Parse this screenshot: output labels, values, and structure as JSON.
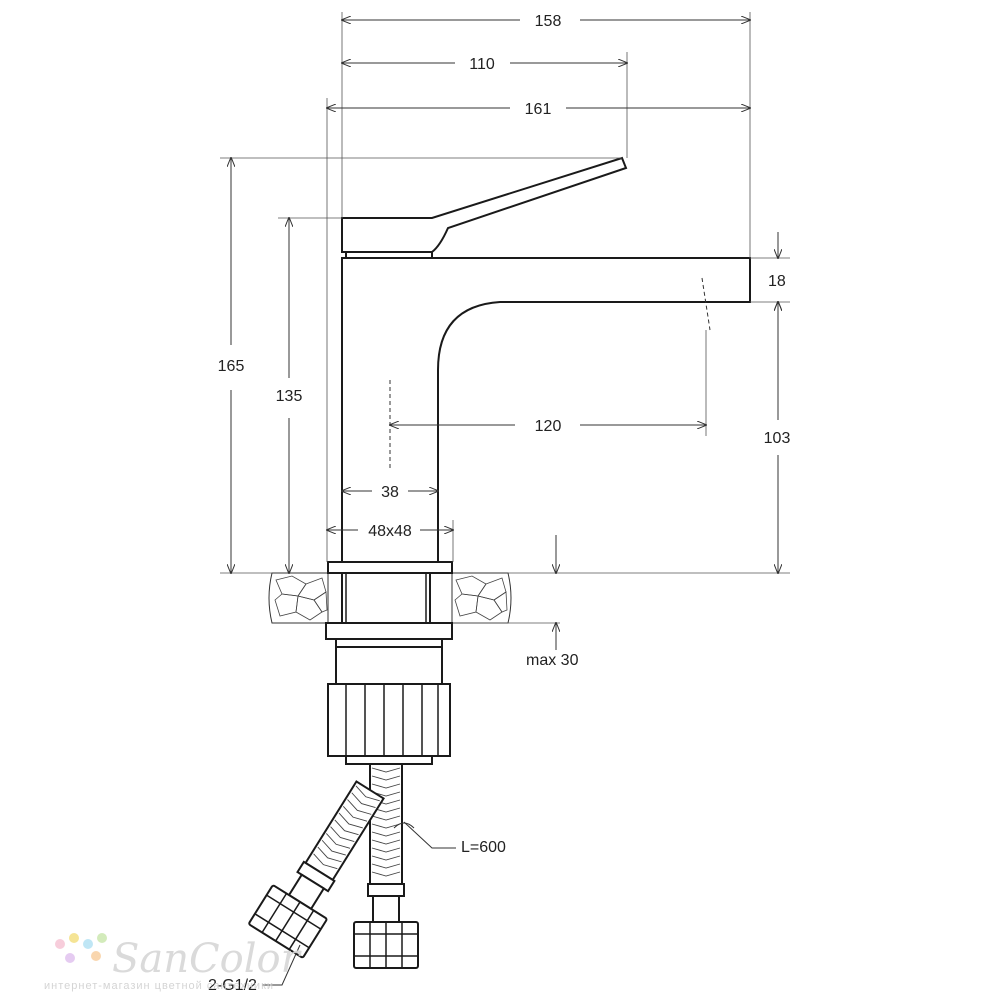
{
  "dimensions": {
    "total_reach": "158",
    "lever_reach": "110",
    "depth": "161",
    "total_height": "165",
    "body_height": "135",
    "spout_reach": "120",
    "body_width": "38",
    "base_size": "48x48",
    "spout_thickness": "18",
    "spout_height": "103",
    "max_thickness": "max 30",
    "hose_length": "L=600",
    "connection": "2-G1/2"
  },
  "watermark": {
    "brand": "SanColor",
    "tagline": "интернет-магазин цветной сантехники"
  },
  "colors": {
    "line": "#1a1a1a",
    "watermark": "#d6d6d6",
    "dots": [
      "#f7c8d8",
      "#f5e28a",
      "#b9e4f5",
      "#cfe9b4",
      "#e3c6f0",
      "#f9d2a6"
    ]
  }
}
